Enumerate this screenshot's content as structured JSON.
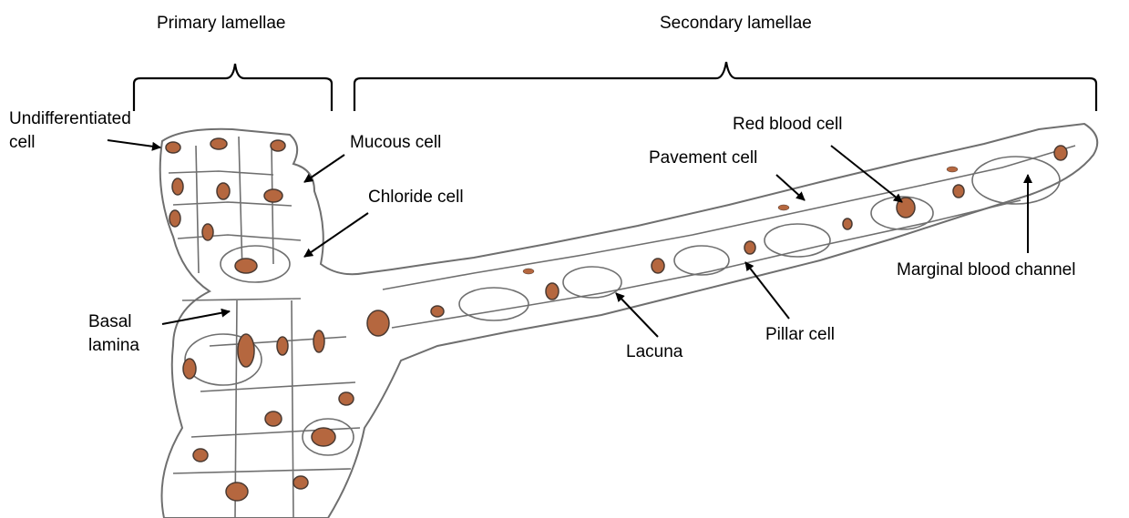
{
  "labels": {
    "primary_lamellae": "Primary lamellae",
    "secondary_lamellae": "Secondary lamellae",
    "undifferentiated_line1": "Undifferentiated",
    "undifferentiated_line2": "cell",
    "mucous_cell": "Mucous cell",
    "chloride_cell": "Chloride cell",
    "basal_line1": "Basal",
    "basal_line2": "lamina",
    "red_blood_cell": "Red blood cell",
    "pavement_cell": "Pavement cell",
    "marginal_blood_channel": "Marginal blood channel",
    "lacuna": "Lacuna",
    "pillar_cell": "Pillar cell"
  },
  "colors": {
    "outline": "#6f6f6f",
    "nucleus": "#b5673f",
    "nucleus_dark": "#4a3a32",
    "arrow": "#000000"
  }
}
